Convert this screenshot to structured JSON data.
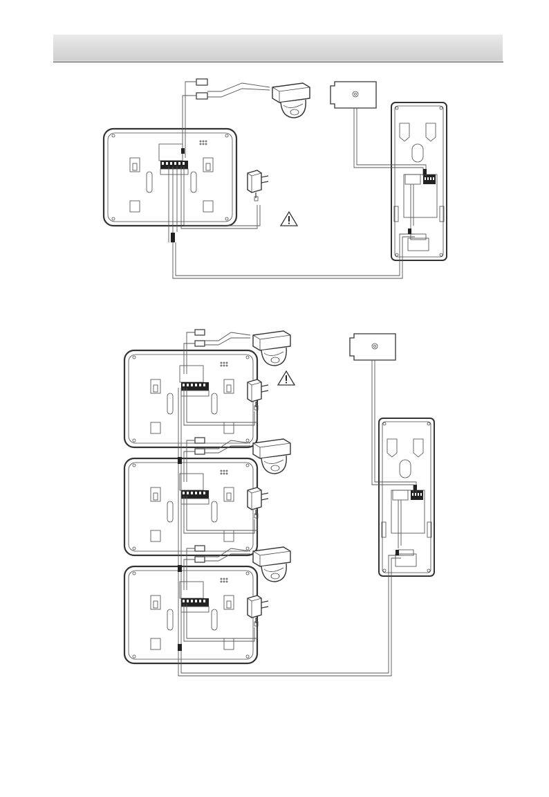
{
  "header": {
    "title": ""
  },
  "figures": {
    "single_monitor": {
      "monitors": 1,
      "cameras": 1,
      "door_stations": 1,
      "power_adapters": 1,
      "warning_icons": 1
    },
    "cascade": {
      "monitors": 3,
      "cameras": 3,
      "door_stations": 1,
      "power_adapters": 3,
      "warning_icons": 1
    }
  },
  "icons": [
    "warning-icon",
    "dome-camera-icon",
    "power-adapter-icon",
    "monitor-back-icon",
    "door-station-icon",
    "lock-module-icon"
  ]
}
